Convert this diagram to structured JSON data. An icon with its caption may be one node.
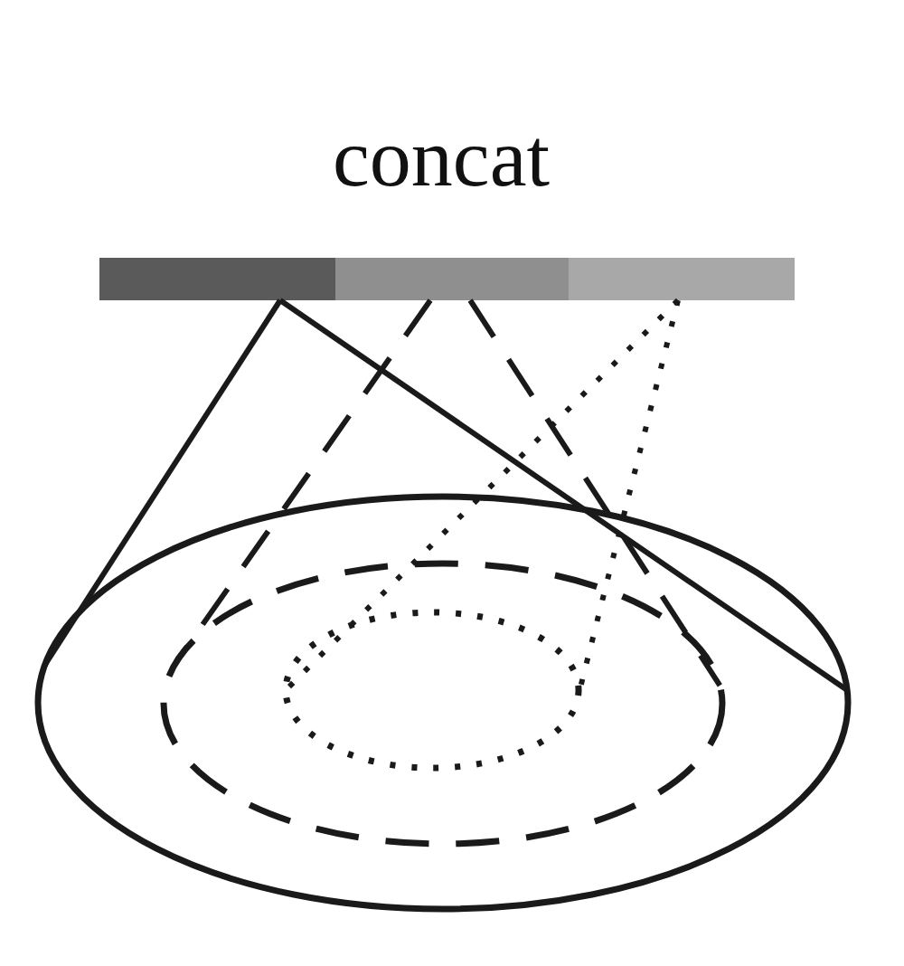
{
  "diagram": {
    "title": "concat",
    "nodes": [
      {
        "text": [],
        "shape": "bar"
      },
      {
        "text": [],
        "shape": "bar"
      },
      {
        "text": [],
        "shape": "bar"
      },
      {
        "text": [],
        "shape": "ellipse"
      },
      {
        "text": [],
        "shape": "ellipse",
        "in": 3
      },
      {
        "text": [],
        "shape": "ellipse",
        "in": 4
      }
    ],
    "edges": [
      {
        "from": 0,
        "to": 3,
        "arrow": "none"
      },
      {
        "from": 0,
        "to": 3,
        "arrow": "none"
      },
      {
        "from": 1,
        "to": 4,
        "arrow": "none",
        "style": "dashed"
      },
      {
        "from": 1,
        "to": 4,
        "arrow": "none",
        "style": "dashed"
      },
      {
        "from": 2,
        "to": 5,
        "arrow": "none",
        "style": "dashed"
      },
      {
        "from": 2,
        "to": 5,
        "arrow": "none",
        "style": "dashed"
      }
    ]
  }
}
